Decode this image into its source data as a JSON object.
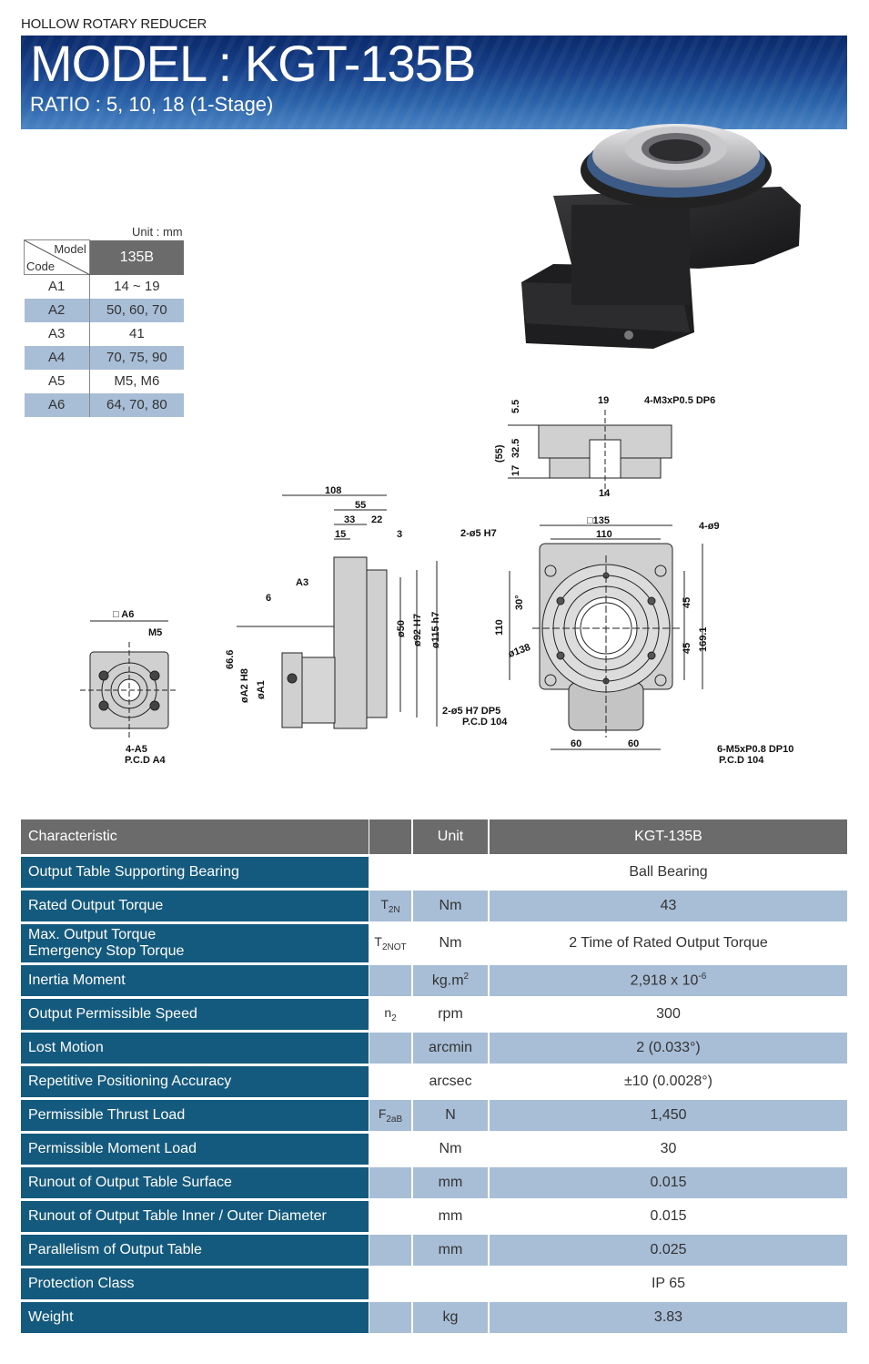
{
  "header": {
    "category": "HOLLOW ROTARY REDUCER",
    "model_title": "MODEL : KGT-135B",
    "ratio": "RATIO : 5,  10,  18  (1-Stage)"
  },
  "code_table": {
    "unit_note": "Unit : mm",
    "corner_model": "Model",
    "corner_code": "Code",
    "model_header": "135B",
    "rows": [
      {
        "code": "A1",
        "value": "14 ~ 19"
      },
      {
        "code": "A2",
        "value": "50, 60, 70"
      },
      {
        "code": "A3",
        "value": "41"
      },
      {
        "code": "A4",
        "value": "70, 75, 90"
      },
      {
        "code": "A5",
        "value": "M5, M6"
      },
      {
        "code": "A6",
        "value": "64, 70, 80"
      }
    ]
  },
  "drawing_labels": {
    "top_view": {
      "d19": "19",
      "thread": "4-M3xP0.5  DP6",
      "d5_5": "5.5",
      "d55": "(55)",
      "d32_5": "32.5",
      "d17": "17",
      "d14": "14"
    },
    "front_view": {
      "sq135": "□135",
      "d110_top": "110",
      "holes_4": "4-ø9",
      "pin_top": "2-ø5  H7",
      "d30": "30°",
      "d110_side": "110",
      "d45a": "45",
      "d45b": "45",
      "d169": "169.1",
      "d138": "ø138",
      "pin_bottom": "2-ø5  H7  DP5",
      "pcd_bottom": "P.C.D  104",
      "d60a": "60",
      "d60b": "60",
      "thread_bottom": "6-M5xP0.8  DP10",
      "pcd_right": "P.C.D  104"
    },
    "side_view": {
      "d108": "108",
      "d55": "55",
      "d33": "33",
      "d22": "22",
      "d15": "15",
      "d3": "3",
      "a3": "A3",
      "d6": "6",
      "d50": "ø50",
      "d92": "ø92  H7",
      "d115": "ø115  h7",
      "d66": "66.6",
      "h8": "øA2  H8",
      "a1": "øA1"
    },
    "flange_view": {
      "a6": "□ A6",
      "m5": "M5",
      "a5": "4-A5",
      "pcd": "P.C.D  A4"
    }
  },
  "spec_table": {
    "headers": {
      "characteristic": "Characteristic",
      "symbol": "",
      "unit": "Unit",
      "model": "KGT-135B"
    },
    "rows": [
      {
        "name": "Output Table Supporting Bearing",
        "sym": "",
        "sym_sub": "",
        "unit": "",
        "value": "Ball Bearing"
      },
      {
        "name": "Rated Output Torque",
        "sym": "T",
        "sym_sub": "2N",
        "unit": "Nm",
        "value": "43"
      },
      {
        "name_1": "Max. Output Torque",
        "name_2": "Emergency Stop Torque",
        "sym": "T",
        "sym_sub": "2NOT",
        "unit": "Nm",
        "value": "2 Time of Rated Output Torque"
      },
      {
        "name": "Inertia Moment",
        "sym": "",
        "sym_sub": "",
        "unit": "kg.m",
        "unit_sup": "2",
        "value": "2,918 x 10",
        "value_sup": "-6"
      },
      {
        "name": "Output Permissible Speed",
        "sym": "n",
        "sym_sub": "2",
        "unit": "rpm",
        "value": "300"
      },
      {
        "name": "Lost Motion",
        "sym": "",
        "sym_sub": "",
        "unit": "arcmin",
        "value": "2 (0.033°)"
      },
      {
        "name": "Repetitive Positioning Accuracy",
        "sym": "",
        "sym_sub": "",
        "unit": "arcsec",
        "value": "±10 (0.0028°)"
      },
      {
        "name": "Permissible Thrust Load",
        "sym": "F",
        "sym_sub": "2aB",
        "unit": "N",
        "value": "1,450"
      },
      {
        "name": "Permissible Moment Load",
        "sym": "",
        "sym_sub": "",
        "unit": "Nm",
        "value": "30"
      },
      {
        "name": "Runout of Output Table Surface",
        "sym": "",
        "sym_sub": "",
        "unit": "mm",
        "value": "0.015"
      },
      {
        "name": "Runout of Output Table Inner / Outer Diameter",
        "sym": "",
        "sym_sub": "",
        "unit": "mm",
        "value": "0.015"
      },
      {
        "name": "Parallelism of Output Table",
        "sym": "",
        "sym_sub": "",
        "unit": "mm",
        "value": "0.025"
      },
      {
        "name": "Protection Class",
        "sym": "",
        "sym_sub": "",
        "unit": "",
        "value": "IP 65"
      },
      {
        "name": "Weight",
        "sym": "",
        "sym_sub": "",
        "unit": "kg",
        "value": "3.83"
      }
    ]
  },
  "colors": {
    "banner": "#163f88",
    "row_blue": "#145a7e",
    "row_alt": "#a8bdd6",
    "header_gray": "#6b6b6b"
  }
}
